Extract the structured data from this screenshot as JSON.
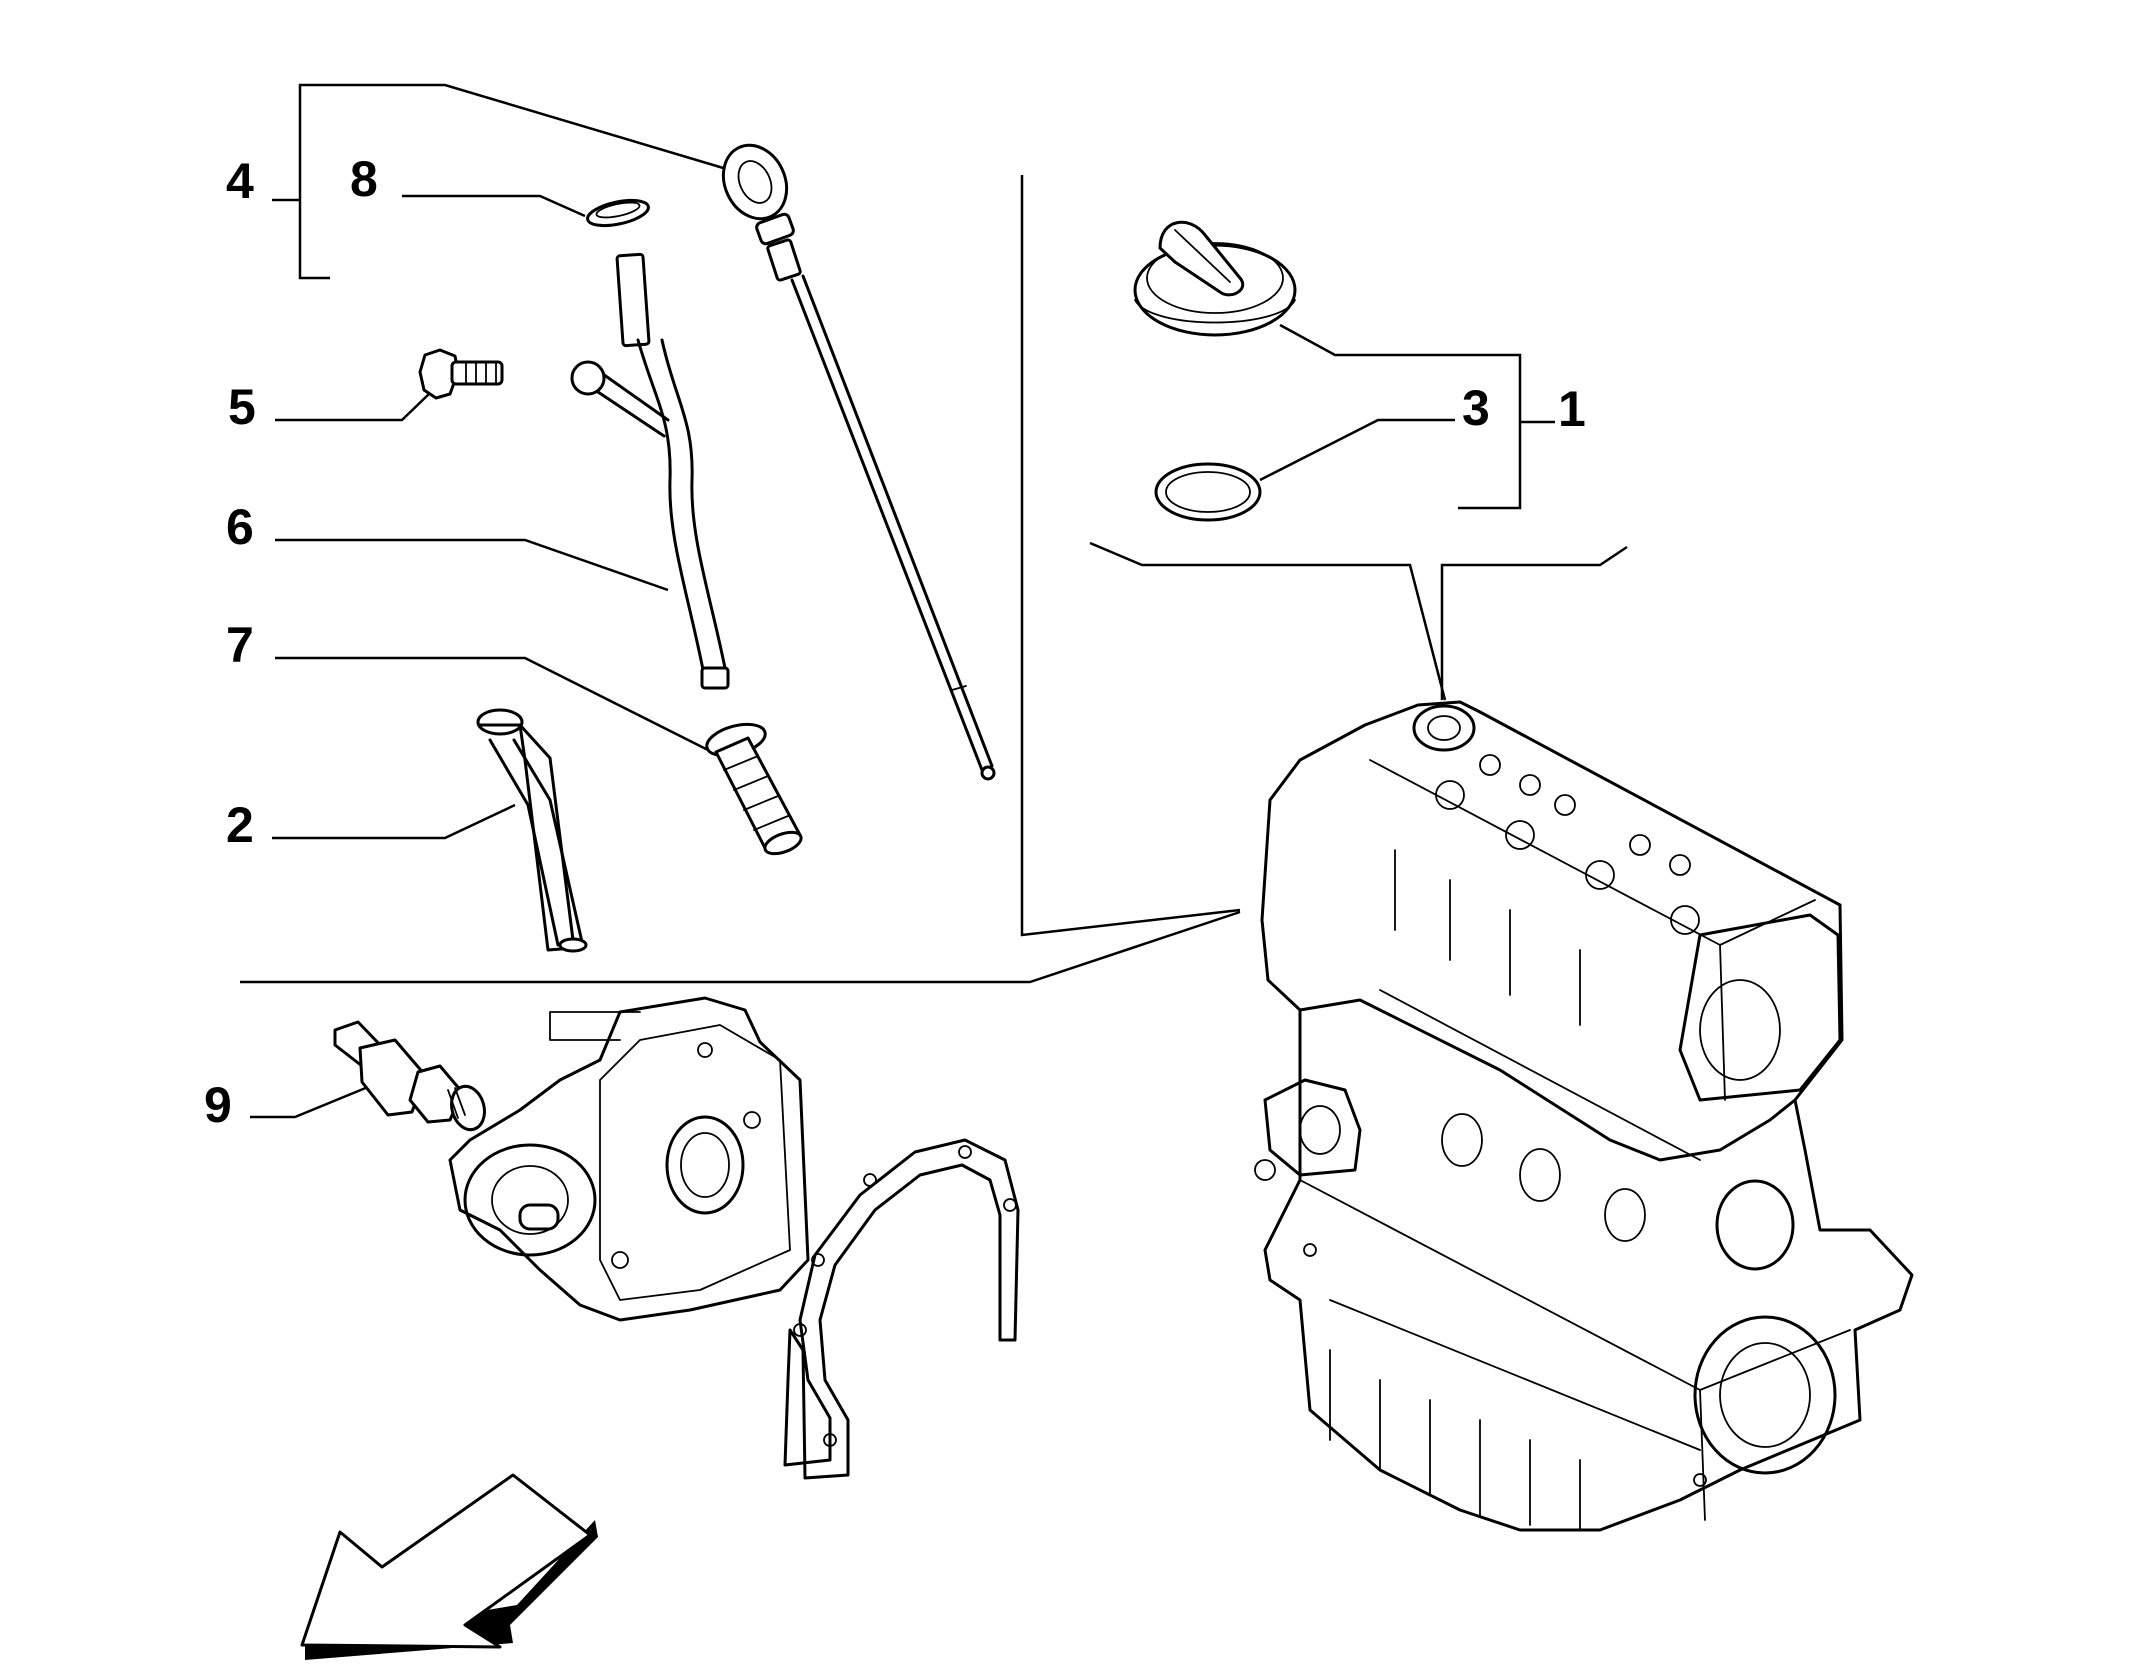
{
  "diagram": {
    "callouts": [
      {
        "id": "1",
        "label": "1"
      },
      {
        "id": "2",
        "label": "2"
      },
      {
        "id": "3",
        "label": "3"
      },
      {
        "id": "4",
        "label": "4"
      },
      {
        "id": "5",
        "label": "5"
      },
      {
        "id": "6",
        "label": "6"
      },
      {
        "id": "7",
        "label": "7"
      },
      {
        "id": "8",
        "label": "8"
      },
      {
        "id": "9",
        "label": "9"
      }
    ],
    "parts": [
      {
        "label": "1",
        "icon": "engine-assembly-icon"
      },
      {
        "label": "2",
        "icon": "guide-tube-icon"
      },
      {
        "label": "3",
        "icon": "oil-filler-cap-icon"
      },
      {
        "label": "4",
        "icon": "dipstick-icon"
      },
      {
        "label": "5",
        "icon": "screw-icon"
      },
      {
        "label": "6",
        "icon": "dipstick-tube-icon"
      },
      {
        "label": "7",
        "icon": "rubber-sleeve-icon"
      },
      {
        "label": "8",
        "icon": "o-ring-icon"
      },
      {
        "label": "9",
        "icon": "oil-pressure-switch-icon"
      }
    ],
    "orientation_arrow": "direction-arrow-icon"
  },
  "colors": {
    "ink": "#000000",
    "background": "#ffffff"
  }
}
